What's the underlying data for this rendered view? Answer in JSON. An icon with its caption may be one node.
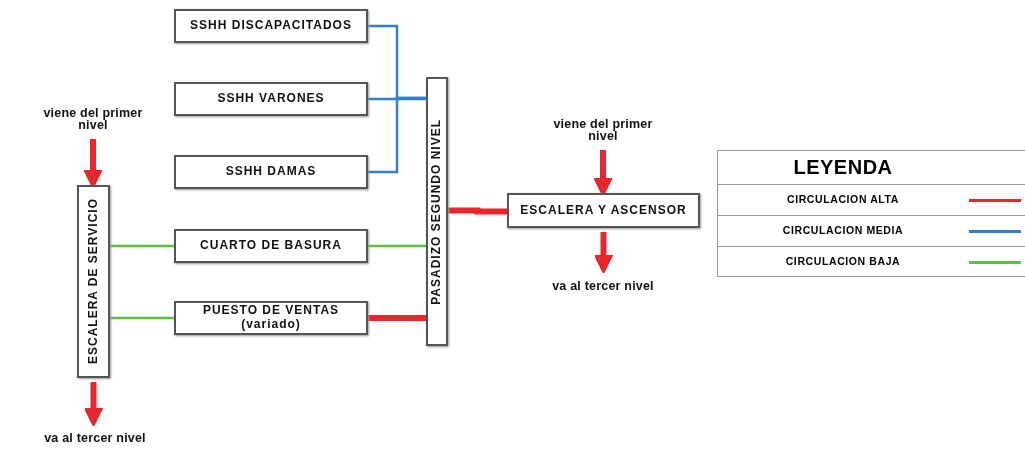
{
  "diagram": {
    "nodes": [
      {
        "text": [
          "viene del primer nivel"
        ]
      },
      {
        "text": [
          "ESCALERA DE SERVICIO"
        ]
      },
      {
        "text": [
          "va al tercer nivel"
        ]
      },
      {
        "text": [
          "SSHH DISCAPACITADOS"
        ]
      },
      {
        "text": [
          "SSHH VARONES"
        ]
      },
      {
        "text": [
          "SSHH DAMAS"
        ]
      },
      {
        "text": [
          "CUARTO DE BASURA"
        ]
      },
      {
        "text": [
          "PUESTO DE VENTAS (variado)"
        ]
      },
      {
        "text": [
          "PASADIZO SEGUNDO NIVEL"
        ]
      },
      {
        "text": [
          "viene del primer nivel"
        ]
      },
      {
        "text": [
          "ESCALERA Y ASCENSOR"
        ]
      },
      {
        "text": [
          "va al tercer nivel"
        ]
      }
    ],
    "edges": [
      {
        "from": 0,
        "to": 1,
        "arrow": "to",
        "style": "thick",
        "color": "#e8262b"
      },
      {
        "from": 1,
        "to": 2,
        "arrow": "to",
        "style": "thick",
        "color": "#e8262b"
      },
      {
        "from": 1,
        "to": 6,
        "arrow": "none",
        "color": "#5cc043"
      },
      {
        "from": 1,
        "to": 7,
        "arrow": "none",
        "color": "#5cc043"
      },
      {
        "from": 3,
        "to": 8,
        "arrow": "none",
        "color": "#2f7fd0"
      },
      {
        "from": 4,
        "to": 8,
        "arrow": "none",
        "color": "#2f7fd0"
      },
      {
        "from": 5,
        "to": 8,
        "arrow": "none",
        "color": "#2f7fd0"
      },
      {
        "from": 6,
        "to": 8,
        "arrow": "none",
        "color": "#5cc043"
      },
      {
        "from": 7,
        "to": 8,
        "arrow": "none",
        "style": "thick",
        "color": "#e8262b"
      },
      {
        "from": 8,
        "to": 10,
        "arrow": "none",
        "style": "thick",
        "color": "#e8262b"
      },
      {
        "from": 9,
        "to": 10,
        "arrow": "to",
        "style": "thick",
        "color": "#e8262b"
      },
      {
        "from": 10,
        "to": 11,
        "arrow": "to",
        "style": "thick",
        "color": "#e8262b"
      }
    ],
    "labels": [
      "LEYENDA"
    ],
    "legend": [
      {
        "text": "CIRCULACION ALTA",
        "color": "#e8262b"
      },
      {
        "text": "CIRCULACION MEDIA",
        "color": "#2f7fd0"
      },
      {
        "text": "CIRCULACION BAJA",
        "color": "#5cc043"
      }
    ]
  }
}
